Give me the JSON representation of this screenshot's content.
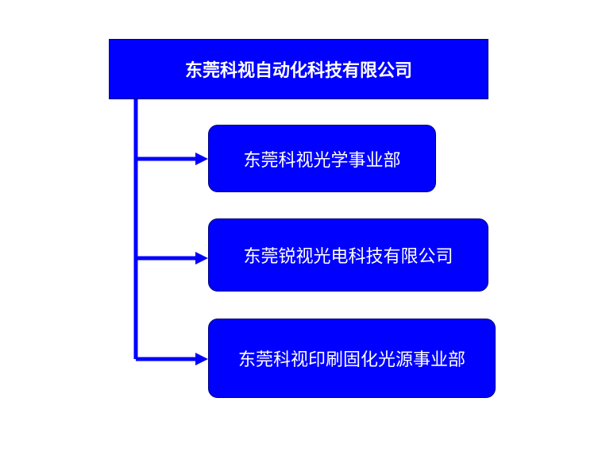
{
  "colors": {
    "box_fill": "#0000ff",
    "box_text": "#ffffff",
    "connector": "#0000ff"
  },
  "root": {
    "label": "东莞科视自动化科技有限公司"
  },
  "children": [
    {
      "label": "东莞科视光学事业部"
    },
    {
      "label": "东莞锐视光电科技有限公司"
    },
    {
      "label": "东莞科视印刷固化光源事业部"
    }
  ]
}
